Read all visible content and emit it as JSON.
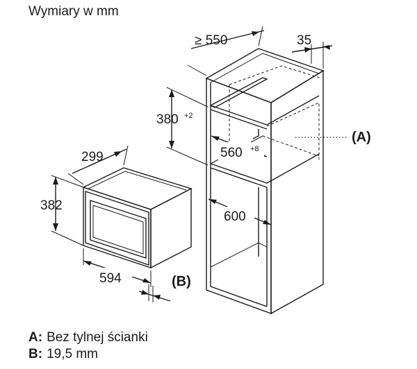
{
  "title": "Wymiary w mm",
  "dimensions": {
    "cabinet_depth": "≥ 550",
    "side_thickness": "35",
    "niche_height": "380",
    "niche_height_tolerance": "+2",
    "niche_width": "560",
    "niche_width_tolerance": "+8",
    "cabinet_width": "600",
    "appliance_depth": "299",
    "appliance_height": "382",
    "appliance_width": "594"
  },
  "callouts": {
    "a": "(A)",
    "b": "(B)"
  },
  "legend": {
    "a_key": "A:",
    "a_text": "Bez tylnej ścianki",
    "b_key": "B:",
    "b_text": "19,5 mm"
  }
}
